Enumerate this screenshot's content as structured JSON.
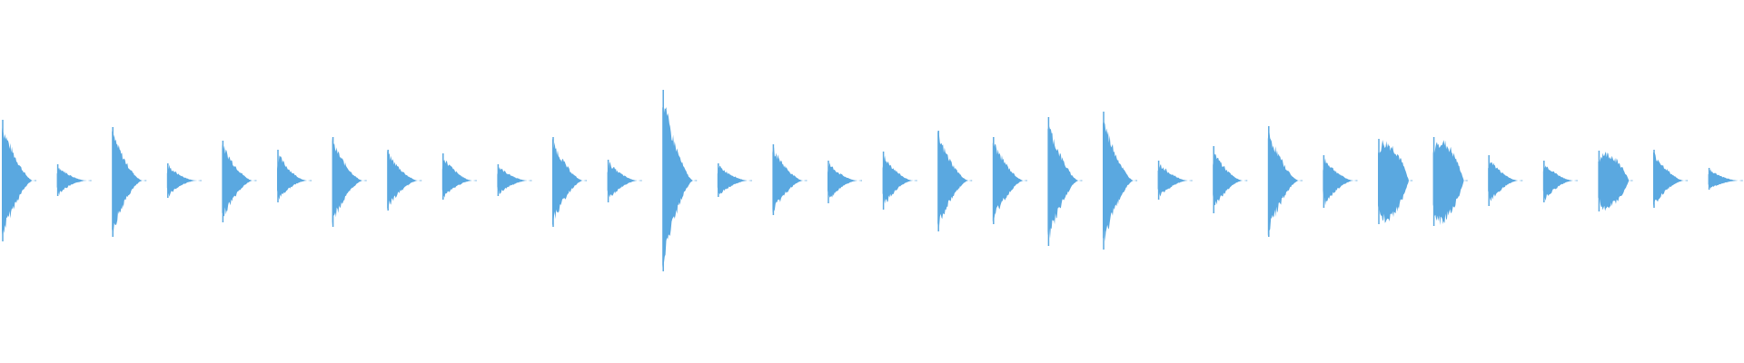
{
  "waveform": {
    "color": "#5aa8e0",
    "background": "#ffffff",
    "hits": [
      {
        "peak": 0.67,
        "trough": 0.67,
        "decay": 0.55,
        "shape": "sharp"
      },
      {
        "peak": 0.18,
        "trough": 0.17,
        "decay": 0.75,
        "shape": "soft"
      },
      {
        "peak": 0.59,
        "trough": 0.62,
        "decay": 0.65,
        "shape": "sharp"
      },
      {
        "peak": 0.19,
        "trough": 0.19,
        "decay": 0.8,
        "shape": "soft"
      },
      {
        "peak": 0.44,
        "trough": 0.46,
        "decay": 0.65,
        "shape": "sharp"
      },
      {
        "peak": 0.34,
        "trough": 0.24,
        "decay": 0.75,
        "shape": "soft"
      },
      {
        "peak": 0.48,
        "trough": 0.51,
        "decay": 0.65,
        "shape": "sharp"
      },
      {
        "peak": 0.34,
        "trough": 0.33,
        "decay": 0.65,
        "shape": "sharp"
      },
      {
        "peak": 0.3,
        "trough": 0.21,
        "decay": 0.7,
        "shape": "soft"
      },
      {
        "peak": 0.18,
        "trough": 0.17,
        "decay": 0.7,
        "shape": "soft"
      },
      {
        "peak": 0.48,
        "trough": 0.51,
        "decay": 0.65,
        "shape": "sharp"
      },
      {
        "peak": 0.23,
        "trough": 0.24,
        "decay": 0.7,
        "shape": "soft"
      },
      {
        "peak": 1.0,
        "trough": 1.0,
        "decay": 0.6,
        "shape": "sharp"
      },
      {
        "peak": 0.19,
        "trough": 0.18,
        "decay": 0.65,
        "shape": "soft"
      },
      {
        "peak": 0.4,
        "trough": 0.38,
        "decay": 0.65,
        "shape": "sharp"
      },
      {
        "peak": 0.22,
        "trough": 0.25,
        "decay": 0.75,
        "shape": "soft"
      },
      {
        "peak": 0.32,
        "trough": 0.32,
        "decay": 0.7,
        "shape": "soft"
      },
      {
        "peak": 0.55,
        "trough": 0.56,
        "decay": 0.6,
        "shape": "sharp"
      },
      {
        "peak": 0.48,
        "trough": 0.48,
        "decay": 0.6,
        "shape": "sharp"
      },
      {
        "peak": 0.7,
        "trough": 0.72,
        "decay": 0.6,
        "shape": "sharp"
      },
      {
        "peak": 0.76,
        "trough": 0.76,
        "decay": 0.6,
        "shape": "sharp"
      },
      {
        "peak": 0.22,
        "trough": 0.21,
        "decay": 0.7,
        "shape": "soft"
      },
      {
        "peak": 0.38,
        "trough": 0.36,
        "decay": 0.75,
        "shape": "soft"
      },
      {
        "peak": 0.6,
        "trough": 0.62,
        "decay": 0.6,
        "shape": "sharp"
      },
      {
        "peak": 0.28,
        "trough": 0.3,
        "decay": 0.65,
        "shape": "soft"
      },
      {
        "peak": 0.46,
        "trough": 0.48,
        "decay": 0.85,
        "shape": "round"
      },
      {
        "peak": 0.48,
        "trough": 0.5,
        "decay": 0.8,
        "shape": "round"
      },
      {
        "peak": 0.28,
        "trough": 0.28,
        "decay": 0.7,
        "shape": "soft"
      },
      {
        "peak": 0.22,
        "trough": 0.24,
        "decay": 0.7,
        "shape": "soft"
      },
      {
        "peak": 0.33,
        "trough": 0.34,
        "decay": 0.75,
        "shape": "round"
      },
      {
        "peak": 0.34,
        "trough": 0.3,
        "decay": 0.65,
        "shape": "sharp"
      },
      {
        "peak": 0.14,
        "trough": 0.1,
        "decay": 0.7,
        "shape": "soft"
      }
    ]
  }
}
